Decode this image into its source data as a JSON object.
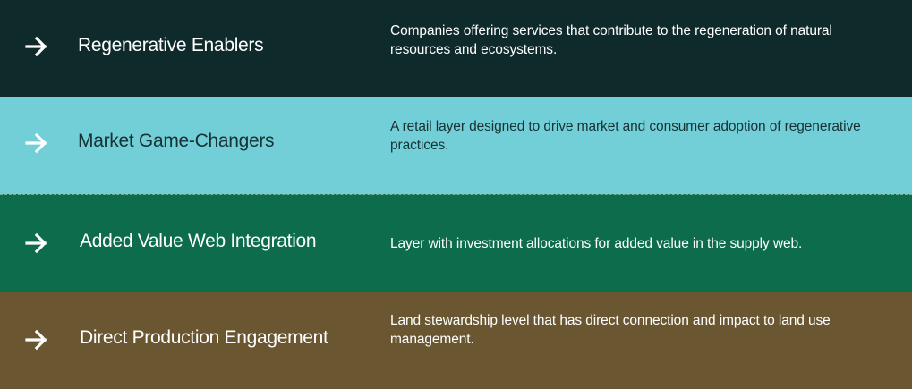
{
  "layers": [
    {
      "title": "Regenerative Enablers",
      "description": "Companies offering services that contribute to the regeneration of natural resources and ecosystems.",
      "bg": "#0f2a2b",
      "text_color": "#ffffff",
      "icon": "arrow-right-icon"
    },
    {
      "title": "Market Game-Changers",
      "description": "A retail layer designed to drive market and consumer adoption of regenerative practices.",
      "bg": "#72cfd7",
      "text_color": "#163234",
      "icon": "arrow-right-icon"
    },
    {
      "title": "Added Value Web Integration",
      "description": "Layer with investment allocations for added value in the supply web.",
      "bg": "#0c6c4b",
      "text_color": "#ffffff",
      "icon": "arrow-right-icon"
    },
    {
      "title": "Direct Production Engagement",
      "description": "Land stewardship level that has direct connection and impact to land use management.",
      "bg": "#6a5732",
      "text_color": "#ffffff",
      "icon": "arrow-right-icon"
    }
  ]
}
